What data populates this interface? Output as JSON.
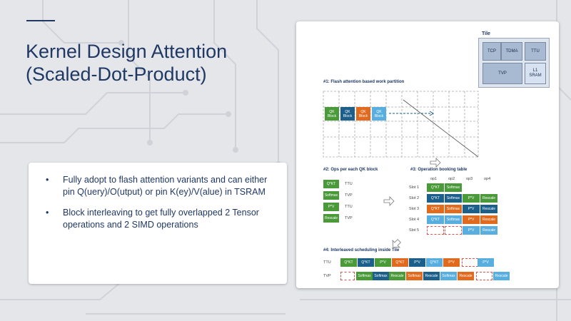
{
  "slide": {
    "title_line1": "Kernel Design Attention",
    "title_line2": "(Scaled-Dot-Product)",
    "bullets": [
      "Fully adopt to flash attention variants and can either pin Q(uery)/O(utput) or pin K(ey)/V(alue) in TSRAM",
      "Block interleaving to get fully overlapped 2 Tensor operations and 2 SIMD operations"
    ],
    "bullet_glyph": "•"
  },
  "diagram": {
    "tile": {
      "label": "Tile",
      "units": [
        "TCP",
        "TDMA",
        "TTU",
        "TVP",
        "L1\nSRAM"
      ]
    },
    "sec1_title": "#1: Flash attention based work partition",
    "qk_blocks": [
      {
        "line1": "QK",
        "line2": "Block",
        "color": "#4a9a3a"
      },
      {
        "line1": "QK",
        "line2": "Block",
        "color": "#1b5f8a"
      },
      {
        "line1": "QK",
        "line2": "Block",
        "color": "#e06a1e"
      },
      {
        "line1": "QK",
        "line2": "Block",
        "color": "#58aede"
      }
    ],
    "sec2_title": "#2: Ops per each QK block",
    "ops": [
      {
        "op": "Q*KT",
        "unit": "TTU"
      },
      {
        "op": "Softmax",
        "unit": "TVP"
      },
      {
        "op": "P*V",
        "unit": "TTU"
      },
      {
        "op": "Rescale",
        "unit": "TVP"
      }
    ],
    "sec3_title": "#3: Operation booking table",
    "booking_headers": [
      "op1",
      "op2",
      "op3",
      "op4"
    ],
    "booking_rows": [
      {
        "slot": "Slot 1",
        "cells": [
          {
            "t": "Q*KT",
            "c": "g"
          },
          {
            "t": "Softmax",
            "c": "g"
          }
        ]
      },
      {
        "slot": "Slot 2",
        "cells": [
          {
            "t": "Q*KT",
            "c": "b"
          },
          {
            "t": "Softmax",
            "c": "b"
          },
          {
            "t": "P*V",
            "c": "g"
          },
          {
            "t": "Rescale",
            "c": "g"
          }
        ]
      },
      {
        "slot": "Slot 3",
        "cells": [
          {
            "t": "Q*KT",
            "c": "o"
          },
          {
            "t": "Softmax",
            "c": "o"
          },
          {
            "t": "P*V",
            "c": "b"
          },
          {
            "t": "Rescale",
            "c": "b"
          }
        ]
      },
      {
        "slot": "Slot 4",
        "cells": [
          {
            "t": "Q*KT",
            "c": "l"
          },
          {
            "t": "Softmax",
            "c": "l"
          },
          {
            "t": "P*V",
            "c": "o"
          },
          {
            "t": "Rescale",
            "c": "o"
          }
        ]
      },
      {
        "slot": "Slot 5",
        "cells": [
          {
            "t": "",
            "c": "d"
          },
          {
            "t": "",
            "c": "d"
          },
          {
            "t": "P*V",
            "c": "l"
          },
          {
            "t": "Rescale",
            "c": "l"
          }
        ]
      }
    ],
    "sec4_title": "#4: Interleaved scheduling inside Tile",
    "ttu_label": "TTU",
    "tvp_label": "TVP",
    "ttu_row": [
      {
        "t": "Q*KT",
        "c": "g"
      },
      {
        "t": "Q*KT",
        "c": "b"
      },
      {
        "t": "P*V",
        "c": "g"
      },
      {
        "t": "Q*KT",
        "c": "o"
      },
      {
        "t": "P*V",
        "c": "b"
      },
      {
        "t": "Q*KT",
        "c": "l"
      },
      {
        "t": "P*V",
        "c": "o"
      },
      {
        "t": "",
        "c": "d"
      },
      {
        "t": "P*V",
        "c": "l"
      }
    ],
    "tvp_row": [
      {
        "t": "",
        "c": "d"
      },
      {
        "t": "Softmax",
        "c": "g"
      },
      {
        "t": "Softmax",
        "c": "b"
      },
      {
        "t": "Rescale",
        "c": "g"
      },
      {
        "t": "Softmax",
        "c": "o"
      },
      {
        "t": "Rescale",
        "c": "b"
      },
      {
        "t": "Softmax",
        "c": "l"
      },
      {
        "t": "Rescale",
        "c": "o"
      },
      {
        "t": "",
        "c": "d"
      },
      {
        "t": "Rescale",
        "c": "l"
      }
    ],
    "colors": {
      "g": "#4a9a3a",
      "b": "#1b5f8a",
      "o": "#e06a1e",
      "l": "#58aede"
    }
  }
}
